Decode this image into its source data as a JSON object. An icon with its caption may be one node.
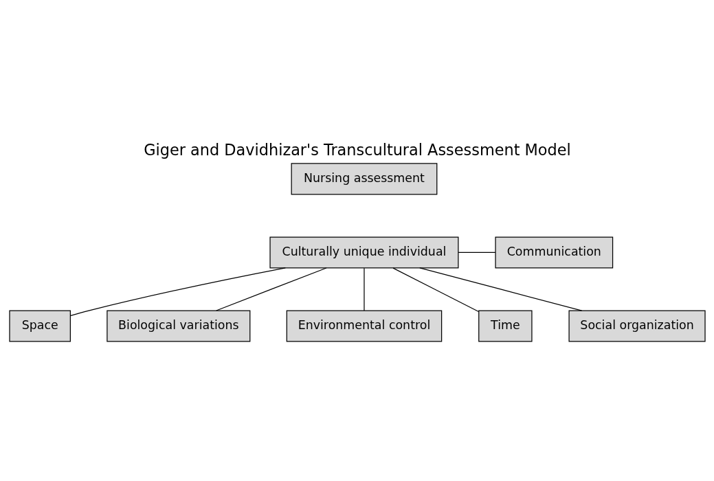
{
  "diagram": {
    "title": "Giger and Davidhizar's Transcultural Assessment Model",
    "nodes": [
      {
        "text": [
          "Nursing assessment"
        ]
      },
      {
        "text": [
          "Culturally unique individual"
        ]
      },
      {
        "text": [
          "Communication"
        ]
      },
      {
        "text": [
          "Space"
        ]
      },
      {
        "text": [
          "Biological variations"
        ]
      },
      {
        "text": [
          "Environmental control"
        ]
      },
      {
        "text": [
          "Time"
        ]
      },
      {
        "text": [
          "Social organization"
        ]
      }
    ],
    "edges": [
      {
        "from": 1,
        "to": 2,
        "arrow": "none"
      },
      {
        "from": 1,
        "to": 3,
        "arrow": "none"
      },
      {
        "from": 1,
        "to": 4,
        "arrow": "none"
      },
      {
        "from": 1,
        "to": 5,
        "arrow": "none"
      },
      {
        "from": 1,
        "to": 6,
        "arrow": "none"
      },
      {
        "from": 1,
        "to": 7,
        "arrow": "none"
      }
    ]
  }
}
